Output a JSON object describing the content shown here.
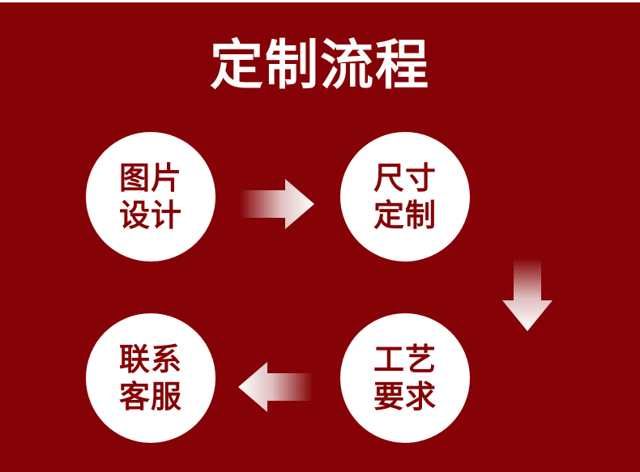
{
  "title": "定制流程",
  "steps": [
    {
      "line1": "图片",
      "line2": "设计"
    },
    {
      "line1": "尺寸",
      "line2": "定制"
    },
    {
      "line1": "工艺",
      "line2": "要求"
    },
    {
      "line1": "联系",
      "line2": "客服"
    }
  ],
  "colors": {
    "background": "#850306",
    "circle": "#ffffff",
    "text_on_circle": "#850306",
    "title": "#ffffff"
  },
  "icons": [
    "arrow-right-icon",
    "arrow-down-icon",
    "arrow-left-icon"
  ]
}
